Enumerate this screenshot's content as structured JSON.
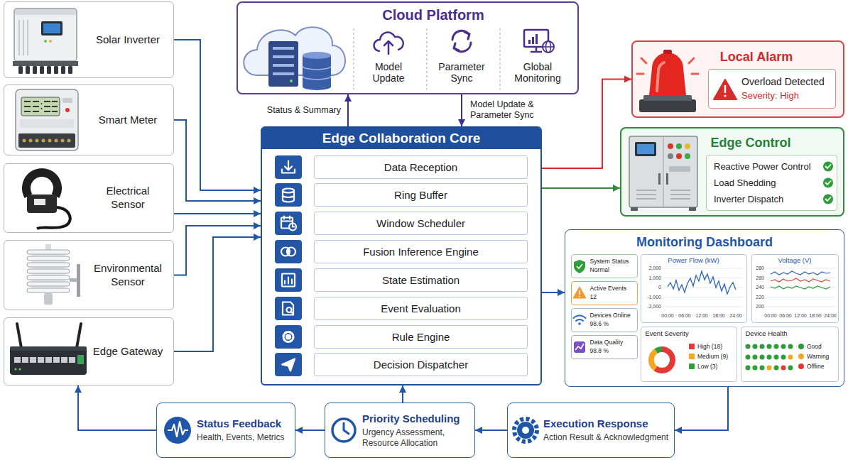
{
  "diagram": {
    "nodes": [
      {
        "text": [
          "Solar Inverter"
        ]
      },
      {
        "text": [
          "Smart Meter"
        ]
      },
      {
        "text": [
          "Electrical Sensor"
        ]
      },
      {
        "text": [
          "Environmental Sensor"
        ]
      },
      {
        "text": [
          "Edge Gateway"
        ]
      },
      {
        "text": [
          "Cloud Platform"
        ]
      },
      {
        "text": [
          "Model Update"
        ],
        "in": 5
      },
      {
        "text": [
          "Parameter Sync"
        ],
        "in": 5
      },
      {
        "text": [
          "Global Monitoring"
        ],
        "in": 5
      },
      {
        "text": [
          "Edge Collaboration Core"
        ]
      },
      {
        "text": [
          "Data Reception"
        ],
        "in": 9
      },
      {
        "text": [
          "Ring Buffer"
        ],
        "in": 9
      },
      {
        "text": [
          "Window Scheduler"
        ],
        "in": 9
      },
      {
        "text": [
          "Fusion Inference Engine"
        ],
        "in": 9
      },
      {
        "text": [
          "State Estimation"
        ],
        "in": 9
      },
      {
        "text": [
          "Event Evaluation"
        ],
        "in": 9
      },
      {
        "text": [
          "Rule Engine"
        ],
        "in": 9
      },
      {
        "text": [
          "Decision Dispatcher"
        ],
        "in": 9
      },
      {
        "text": [
          "Local Alarm"
        ]
      },
      {
        "text": [
          "Overload Detected",
          "Severity: High"
        ],
        "in": 18
      },
      {
        "text": [
          "Edge Control"
        ]
      },
      {
        "text": [
          "Reactive Power Control",
          "Load Shedding",
          "Inverter Dispatch"
        ],
        "in": 20
      },
      {
        "text": [
          "Monitoring Dashboard"
        ]
      },
      {
        "text": [
          "System Status",
          "Normal"
        ],
        "in": 22
      },
      {
        "text": [
          "Active Events",
          "12"
        ],
        "in": 22
      },
      {
        "text": [
          "Devices Online",
          "98.6 %"
        ],
        "in": 22
      },
      {
        "text": [
          "Data Quality",
          "98.8 %"
        ],
        "in": 22
      },
      {
        "text": [
          "Power Flow (kW)"
        ],
        "in": 22
      },
      {
        "text": [
          "Voltage (V)"
        ],
        "in": 22
      },
      {
        "text": [
          "Event Severity"
        ],
        "in": 22
      },
      {
        "text": [
          "Device Health"
        ],
        "in": 22
      },
      {
        "text": [
          "Status Feedback",
          "Health, Events, Metrics"
        ]
      },
      {
        "text": [
          "Priority Scheduling",
          "Urgency Assessment, Resource Allocation"
        ]
      },
      {
        "text": [
          "Execution Response",
          "Action Result & Acknowledgment"
        ]
      }
    ],
    "edges": [
      {
        "from": 0,
        "to": 9,
        "arrow": "to"
      },
      {
        "from": 1,
        "to": 9,
        "arrow": "to"
      },
      {
        "from": 2,
        "to": 9,
        "arrow": "to"
      },
      {
        "from": 3,
        "to": 9,
        "arrow": "to"
      },
      {
        "from": 4,
        "to": 9,
        "arrow": "to"
      },
      {
        "from": 9,
        "to": 5,
        "label": "Status & Summary",
        "arrow": "to"
      },
      {
        "from": 5,
        "to": 9,
        "label": "Model Update & Parameter Sync",
        "arrow": "to"
      },
      {
        "from": 9,
        "to": 18,
        "arrow": "to"
      },
      {
        "from": 9,
        "to": 20,
        "arrow": "to"
      },
      {
        "from": 9,
        "to": 22,
        "arrow": "to"
      },
      {
        "from": 22,
        "to": 33,
        "arrow": "to"
      },
      {
        "from": 33,
        "to": 32,
        "arrow": "to"
      },
      {
        "from": 32,
        "to": 9,
        "arrow": "to"
      },
      {
        "from": 32,
        "to": 31,
        "arrow": "to"
      },
      {
        "from": 31,
        "to": 4,
        "arrow": "to"
      }
    ],
    "labels": [
      "2,000",
      "1,000",
      "0",
      "-1,000",
      "-2,000",
      "00:00",
      "06:00",
      "12:00",
      "18:00",
      "24:00",
      "280",
      "260",
      "240",
      "220",
      "200",
      "00:00",
      "06:00",
      "12:00",
      "18:00",
      "24:00"
    ],
    "legend": [
      {
        "text": "High (18)",
        "color": "#e53935"
      },
      {
        "text": "Medium (9)",
        "color": "#f5a623"
      },
      {
        "text": "Low (3)",
        "color": "#2e9d3a"
      },
      {
        "text": "Good",
        "color": "#2e9d3a"
      },
      {
        "text": "Warning",
        "color": "#f5a623"
      },
      {
        "text": "Offline",
        "color": "#e53935"
      }
    ]
  }
}
